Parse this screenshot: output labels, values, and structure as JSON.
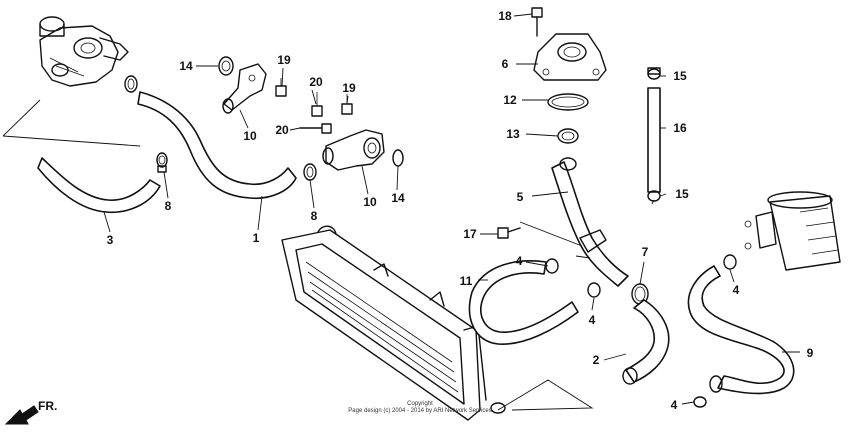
{
  "callouts": [
    {
      "id": "1",
      "label": "1"
    },
    {
      "id": "2",
      "label": "2"
    },
    {
      "id": "3",
      "label": "3"
    },
    {
      "id": "4a",
      "label": "4"
    },
    {
      "id": "4b",
      "label": "4"
    },
    {
      "id": "4c",
      "label": "4"
    },
    {
      "id": "4d",
      "label": "4"
    },
    {
      "id": "5",
      "label": "5"
    },
    {
      "id": "6",
      "label": "6"
    },
    {
      "id": "7",
      "label": "7"
    },
    {
      "id": "8a",
      "label": "8"
    },
    {
      "id": "8b",
      "label": "8"
    },
    {
      "id": "9",
      "label": "9"
    },
    {
      "id": "10a",
      "label": "10"
    },
    {
      "id": "10b",
      "label": "10"
    },
    {
      "id": "11",
      "label": "11"
    },
    {
      "id": "12",
      "label": "12"
    },
    {
      "id": "13",
      "label": "13"
    },
    {
      "id": "14a",
      "label": "14"
    },
    {
      "id": "14b",
      "label": "14"
    },
    {
      "id": "15a",
      "label": "15"
    },
    {
      "id": "15b",
      "label": "15"
    },
    {
      "id": "16",
      "label": "16"
    },
    {
      "id": "17",
      "label": "17"
    },
    {
      "id": "18",
      "label": "18"
    },
    {
      "id": "19a",
      "label": "19"
    },
    {
      "id": "19b",
      "label": "19"
    },
    {
      "id": "20a",
      "label": "20"
    },
    {
      "id": "20b",
      "label": "20"
    }
  ],
  "direction_label": "FR.",
  "copyright_line1": "Copyright",
  "copyright_line2": "Page design (c) 2004 - 2014 by ARI Network Services"
}
